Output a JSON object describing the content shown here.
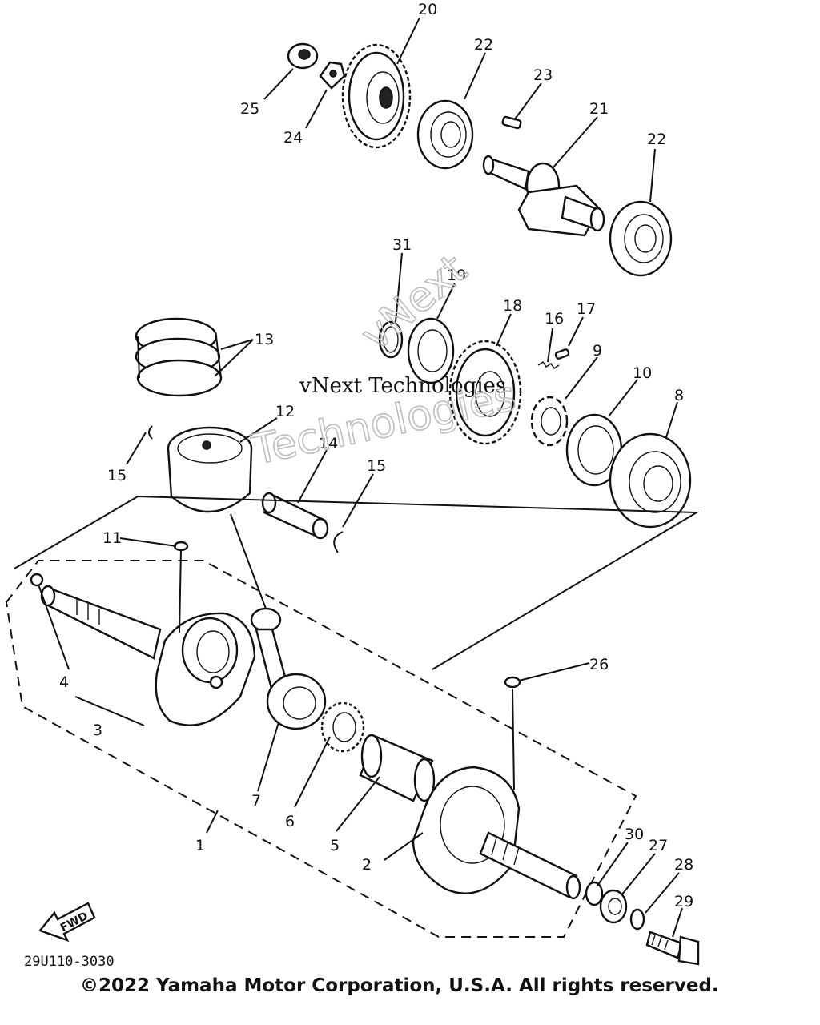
{
  "diagram": {
    "callouts": {
      "c1": "1",
      "c2": "2",
      "c3": "3",
      "c4": "4",
      "c5": "5",
      "c6": "6",
      "c7": "7",
      "c8": "8",
      "c9": "9",
      "c10": "10",
      "c11": "11",
      "c12": "12",
      "c13": "13",
      "c14": "14",
      "c15a": "15",
      "c15b": "15",
      "c16": "16",
      "c17": "17",
      "c18": "18",
      "c19": "19",
      "c20": "20",
      "c21": "21",
      "c22a": "22",
      "c22b": "22",
      "c23": "23",
      "c24": "24",
      "c25": "25",
      "c26": "26",
      "c27": "27",
      "c28": "28",
      "c29": "29",
      "c30": "30",
      "c31": "31"
    },
    "fwd_label": "FWD",
    "drawing_code": "29U110-3030",
    "watermark_line1": "vNext Technologies",
    "watermark_line2": "Technologies",
    "watermark_rot": "vNext",
    "copyright": "©2022 Yamaha Motor Corporation, U.S.A. All rights reserved."
  }
}
